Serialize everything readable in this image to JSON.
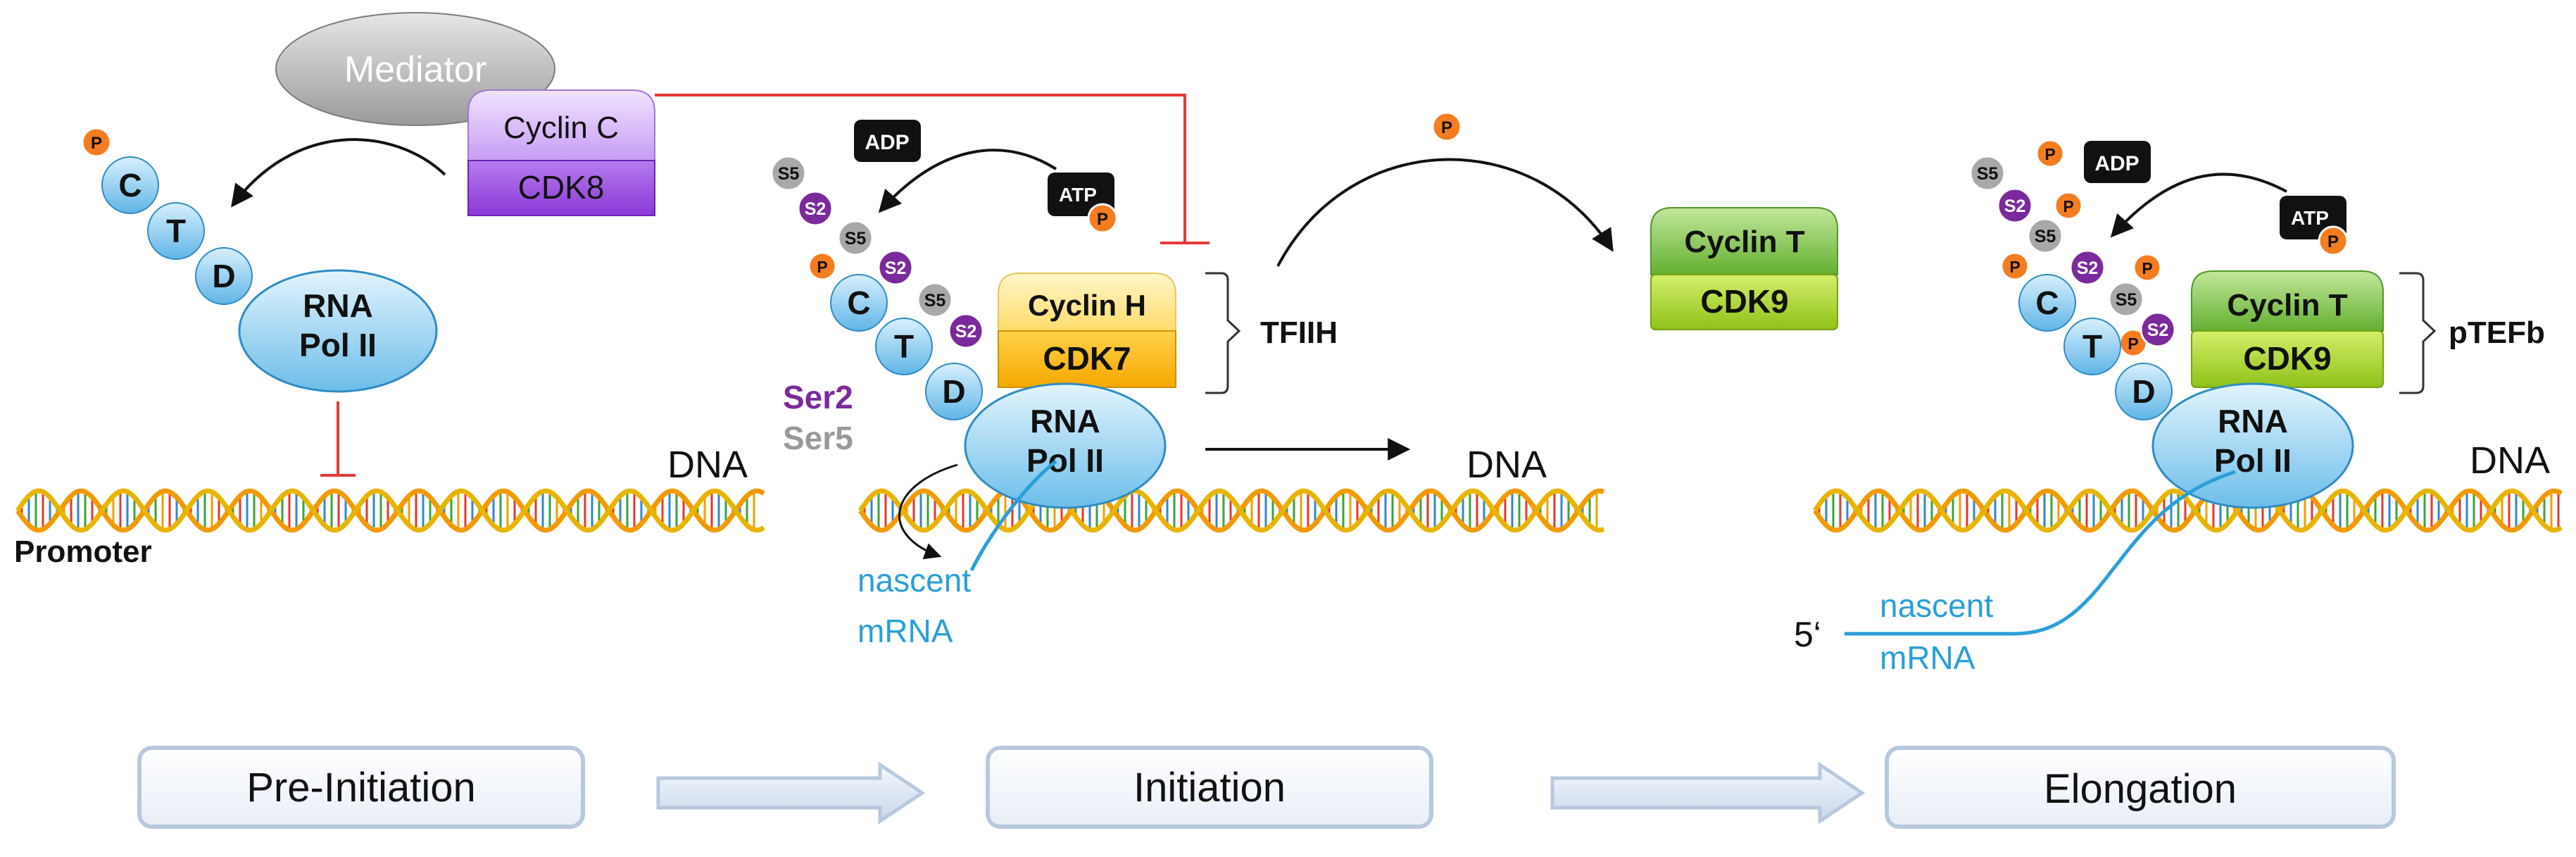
{
  "stage_boxes": [
    {
      "label": "Pre-Initiation"
    },
    {
      "label": "Initiation"
    },
    {
      "label": "Elongation"
    }
  ],
  "labels": {
    "mediator": "Mediator",
    "cyclin_c": "Cyclin C",
    "cdk8": "CDK8",
    "cyclin_h": "Cyclin H",
    "cdk7": "CDK7",
    "cyclin_t": "Cyclin T",
    "cdk9": "CDK9",
    "rna": "RNA",
    "pol_ii": "Pol II",
    "dna": "DNA",
    "promoter": "Promoter",
    "tfiih": "TFIIH",
    "ptefb": "pTEFb",
    "ser2": "Ser2",
    "ser5": "Ser5",
    "nascent": "nascent",
    "mrna": "mRNA",
    "five_prime": "5‘",
    "adp": "ADP",
    "atp": "ATP",
    "p": "P",
    "s5": "S5",
    "s2": "S2",
    "ctd_c": "C",
    "ctd_t": "T",
    "ctd_d": "D"
  },
  "colors": {
    "ctd_blue": "#5eb6e6",
    "pol_blue": "#8ccdf0",
    "phospho_orange": "#f57c1f",
    "s5_gray": "#a8a8a8",
    "s2_purple": "#7a2a9c",
    "cyclin_c": "#d9b8ff",
    "cdk8": "#9b4be0",
    "cyclin_h": "#ffe48a",
    "cdk7": "#ffc000",
    "cyclin_t": "#7fc542",
    "cdk9": "#a8d62a",
    "inhibit_red": "#e63a3a",
    "mrna_blue": "#2a9fd8",
    "ser2_text": "#7a2a9c",
    "ser5_text": "#999999"
  }
}
